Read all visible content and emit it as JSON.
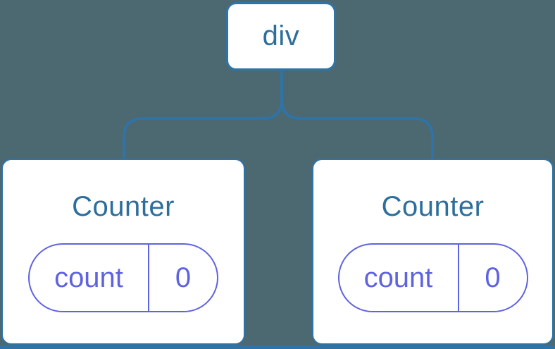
{
  "colors": {
    "background": "#4C6972",
    "tree_line": "#2E74A8",
    "node_text": "#2D6E9C",
    "state_accent": "#5E63E0",
    "node_fill": "#FFFFFF"
  },
  "tree": {
    "root": {
      "label": "div"
    },
    "children": [
      {
        "name": "Counter",
        "state": [
          {
            "key": "count",
            "value": "0"
          }
        ]
      },
      {
        "name": "Counter",
        "state": [
          {
            "key": "count",
            "value": "0"
          }
        ]
      }
    ]
  }
}
